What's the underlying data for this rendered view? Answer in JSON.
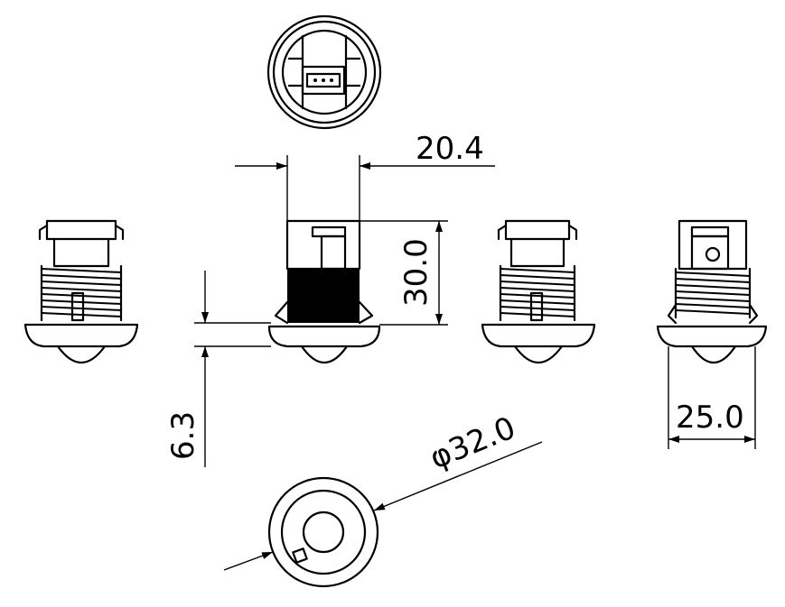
{
  "drawing": {
    "dimensions": {
      "width_top": "20.4",
      "height_body": "30.0",
      "flange_offset": "6.3",
      "diameter": "φ32.0",
      "base_width": "25.0"
    },
    "views": [
      "top-view",
      "side-view-left",
      "front-view",
      "side-view-right",
      "rear-view",
      "bottom-view"
    ],
    "line_color": "#000000",
    "background_color": "#ffffff"
  }
}
